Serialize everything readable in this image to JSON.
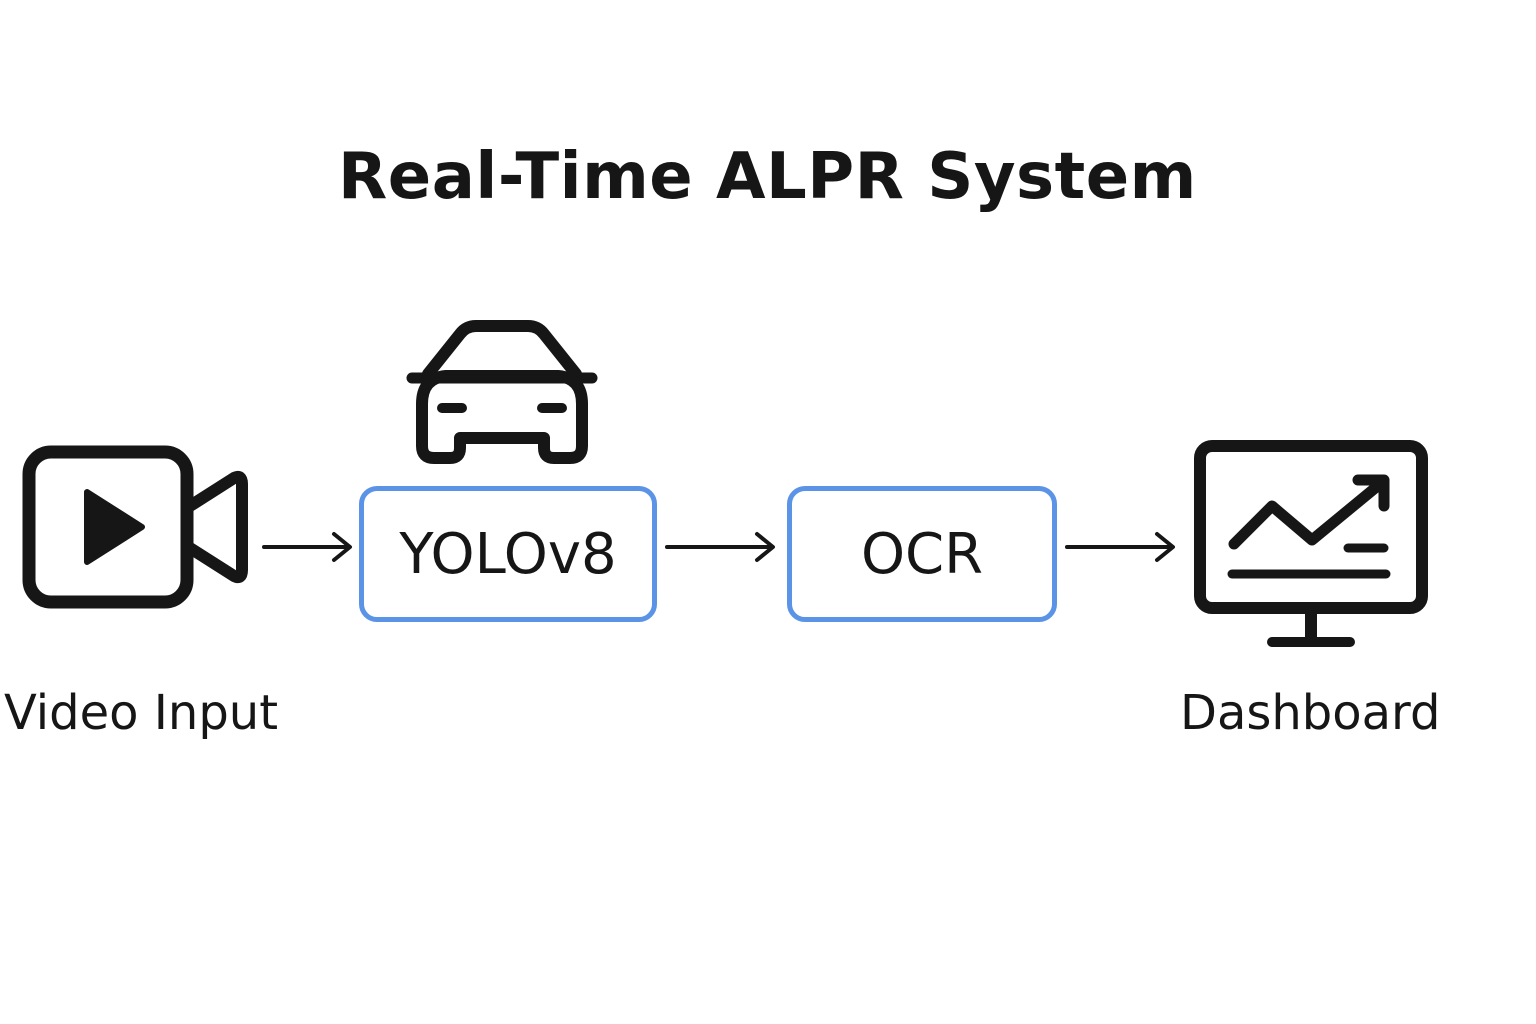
{
  "title": "Real-Time ALPR System",
  "nodes": {
    "video_input": {
      "label": "Video Input",
      "icon": "video-camera-icon"
    },
    "yolo": {
      "label": "YOLOv8",
      "icon": "car-icon"
    },
    "ocr": {
      "label": "OCR"
    },
    "dashboard": {
      "label": "Dashboard",
      "icon": "monitor-chart-icon"
    }
  },
  "colors": {
    "box_border": "#5b93e6",
    "stroke": "#161616",
    "background": "#ffffff"
  }
}
